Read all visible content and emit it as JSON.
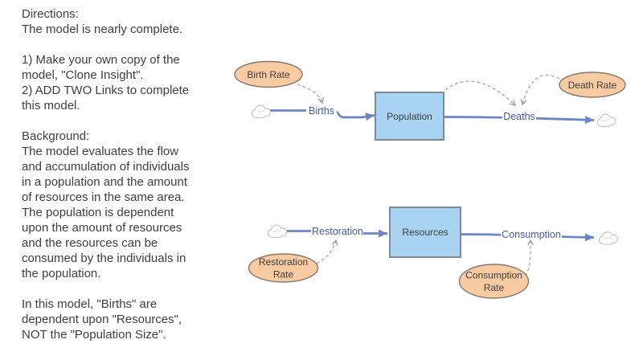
{
  "directions": {
    "text": "Directions:\nThe model is nearly complete.\n\n1) Make your own copy of the\nmodel, \"Clone Insight\".\n2) ADD TWO Links to complete\nthis model.\n\nBackground:\nThe model evaluates the flow\nand accumulation of individuals\nin a population and the amount\nof resources in the same area.\nThe population is dependent\nupon the amount of resources\nand the resources can be\nconsumed by the individuals in\nthe population.\n\nIn this model, \"Births\" are\ndependent upon \"Resources\",\nNOT the \"Population Size\"."
  },
  "diagram": {
    "stocks": {
      "population": "Population",
      "resources": "Resources"
    },
    "variables": {
      "birth_rate": "Birth Rate",
      "death_rate": "Death Rate",
      "restoration_rate": {
        "line1": "Restoration",
        "line2": "Rate"
      },
      "consumption_rate": {
        "line1": "Consumption",
        "line2": "Rate"
      }
    },
    "flows": {
      "births": "Births",
      "deaths": "Deaths",
      "restoration": "Restoration",
      "consumption": "Consumption"
    },
    "icons": {
      "cloud": "cloud-icon"
    }
  },
  "colors": {
    "background": "#ffffff",
    "stock_fill": "#a9d3f3",
    "stock_stroke": "#7e8a94",
    "variable_fill": "#f9cba3",
    "variable_stroke": "#84796d",
    "flow_line": "#6c86c8",
    "flow_label_text": "#4759a8",
    "link_dashed": "#adadad",
    "cloud_stroke": "#c9c9c9",
    "body_text": "#3e3e3e"
  }
}
